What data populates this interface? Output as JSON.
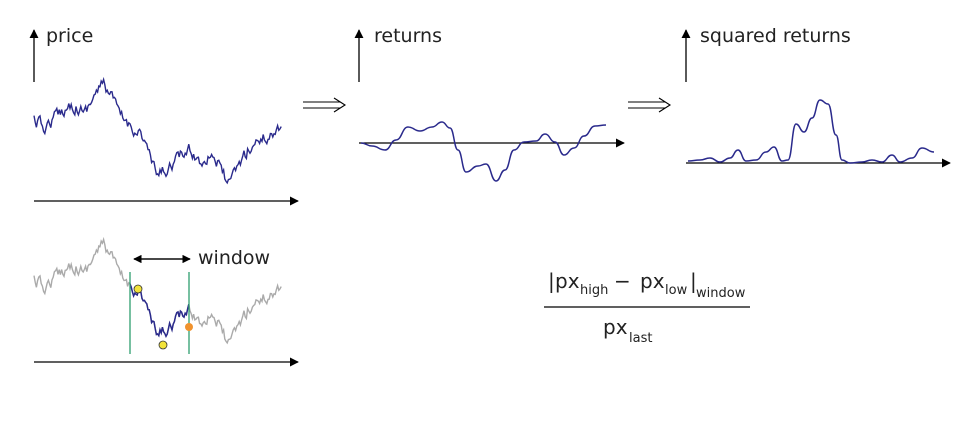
{
  "panels": {
    "price": {
      "label": "price"
    },
    "returns": {
      "label": "returns"
    },
    "squared": {
      "label": "squared returns"
    },
    "window": {
      "label": "window"
    }
  },
  "formula": {
    "bar_left": "|",
    "num_px1": "px",
    "num_sub1": "high",
    "minus": "−",
    "num_px2": "px",
    "num_sub2": "low",
    "bar_right": "|",
    "num_sub3": "window",
    "den_px": "px",
    "den_sub": "last"
  },
  "colors": {
    "series": "#2a2a8c",
    "faded": "#aaaaaa",
    "window_line": "#2e9e6e",
    "high_low_marker": "#f2e33a",
    "last_marker": "#f0922e",
    "axis": "#000000"
  }
}
